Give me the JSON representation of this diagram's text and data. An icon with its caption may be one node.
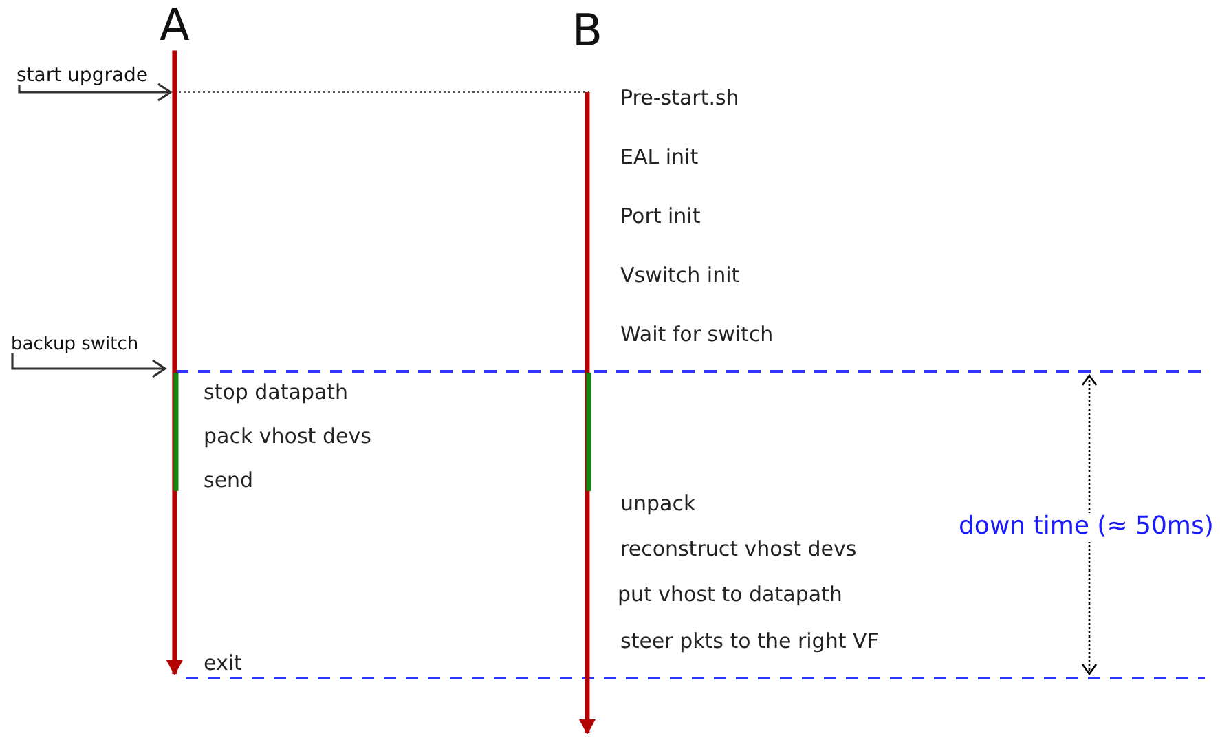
{
  "diagram": {
    "nodes": [
      {
        "text": [
          "A"
        ]
      },
      {
        "text": [
          "B"
        ]
      },
      {
        "text": [
          "start upgrade"
        ]
      },
      {
        "text": [
          "backup switch"
        ]
      }
    ],
    "edges": [
      {
        "from": 0,
        "to": null,
        "arrow": "to",
        "style": "thick",
        "color": "#b30000"
      },
      {
        "from": 1,
        "to": null,
        "arrow": "to",
        "style": "thick",
        "color": "#b30000"
      },
      {
        "from": 2,
        "to": null,
        "arrow": "to",
        "color": "#333333"
      },
      {
        "from": 3,
        "to": null,
        "arrow": "to",
        "color": "#333333"
      }
    ],
    "labels": [
      "Pre-start.sh",
      "EAL init",
      "Port init",
      "Vswitch init",
      "Wait for switch",
      "stop datapath",
      "pack vhost devs",
      "send",
      "unpack",
      "reconstruct vhost devs",
      "put vhost to datapath",
      "down time (≈ 50ms)",
      "steer pkts to the right VF",
      "exit"
    ]
  }
}
